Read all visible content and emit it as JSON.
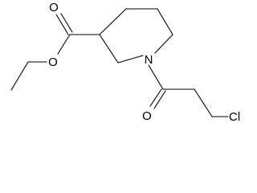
{
  "molecule": {
    "atoms": {
      "carbonyl_oxygen_ester": "O",
      "ether_oxygen": "O",
      "ring_nitrogen": "N",
      "amide_oxygen": "O",
      "chlorine": "Cl"
    }
  },
  "colors": {
    "bond": "#000000",
    "background": "#ffffff"
  }
}
